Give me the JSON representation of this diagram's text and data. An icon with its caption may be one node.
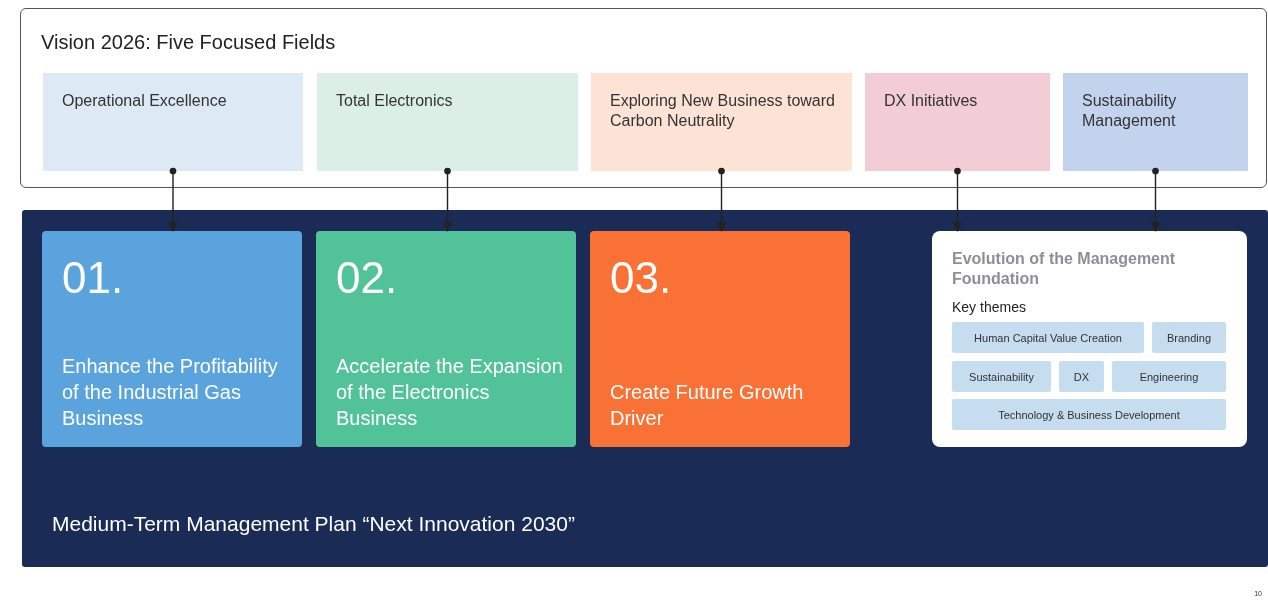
{
  "diagram": {
    "nodes": [
      {
        "text": [
          "Vision 2026: Five Focused Fields"
        ]
      },
      {
        "text": [
          "Operational Excellence"
        ],
        "in": 0
      },
      {
        "text": [
          "Total Electronics"
        ],
        "in": 0
      },
      {
        "text": [
          "Exploring New Business toward Carbon Neutrality"
        ],
        "in": 0
      },
      {
        "text": [
          "DX Initiatives"
        ],
        "in": 0
      },
      {
        "text": [
          "Sustainability Management"
        ],
        "in": 0
      },
      {
        "text": [
          "Medium-Term Management Plan “Next Innovation 2030”"
        ]
      },
      {
        "text": [
          "01.",
          "Enhance the Profitability of the Industrial Gas Business"
        ],
        "in": 6
      },
      {
        "text": [
          "02.",
          "Accelerate the Expansion of the Electronics Business"
        ],
        "in": 6
      },
      {
        "text": [
          "03.",
          "Create Future Growth Driver"
        ],
        "in": 6
      },
      {
        "text": [
          "Evolution of the Management Foundation",
          "Key themes"
        ],
        "in": 6
      },
      {
        "text": [
          "Human Capital Value Creation"
        ],
        "in": 10
      },
      {
        "text": [
          "Branding"
        ],
        "in": 10
      },
      {
        "text": [
          "Sustainability"
        ],
        "in": 10
      },
      {
        "text": [
          "DX"
        ],
        "in": 10
      },
      {
        "text": [
          "Engineering"
        ],
        "in": 10
      },
      {
        "text": [
          "Technology & Business Development"
        ],
        "in": 10
      }
    ],
    "edges": [
      {
        "from": 1,
        "to": 7,
        "arrow": "to"
      },
      {
        "from": 2,
        "to": 8,
        "arrow": "to"
      },
      {
        "from": 3,
        "to": 9,
        "arrow": "to"
      },
      {
        "from": 4,
        "to": 10,
        "arrow": "to"
      },
      {
        "from": 5,
        "to": 10,
        "arrow": "to"
      }
    ],
    "labels": [
      "10"
    ]
  }
}
